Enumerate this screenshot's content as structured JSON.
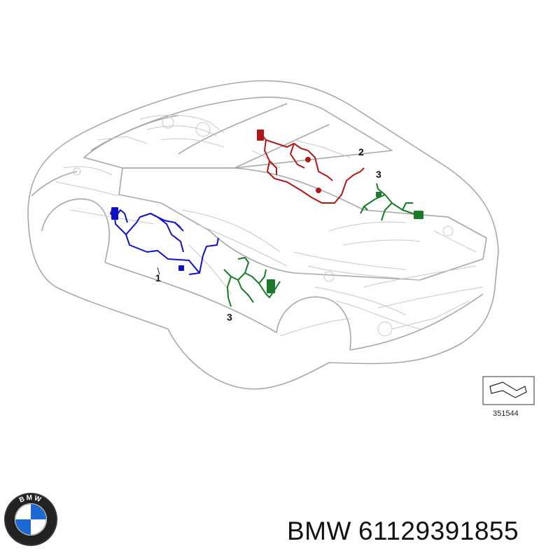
{
  "diagram": {
    "callouts": [
      {
        "id": "1",
        "label": "1",
        "harness_color": "#1010c8"
      },
      {
        "id": "2",
        "label": "2",
        "harness_color": "#b01818"
      },
      {
        "id": "3a",
        "label": "3",
        "harness_color": "#1a7a2a"
      },
      {
        "id": "3b",
        "label": "3",
        "harness_color": "#1a7a2a"
      }
    ],
    "reference_number": "351544",
    "outline_color": "#a8a8a8"
  },
  "logo": {
    "text": "BMW",
    "ring_color": "#222222",
    "blue": "#1c69d4",
    "white": "#ffffff"
  },
  "caption": {
    "brand": "BMW",
    "part_number": "61129391855"
  }
}
